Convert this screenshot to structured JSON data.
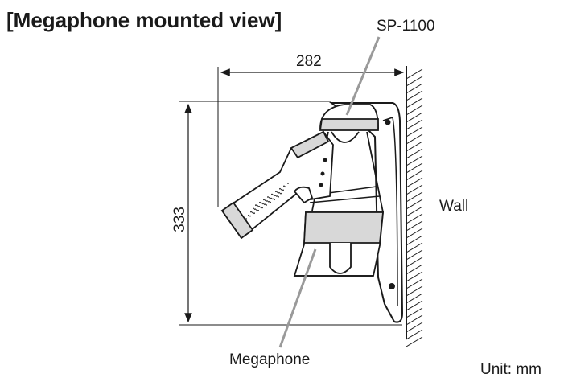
{
  "title": "[Megaphone mounted view]",
  "labels": {
    "speaker": "SP-1100",
    "width": "282",
    "height": "333",
    "wall": "Wall",
    "megaphone": "Megaphone",
    "unit": "Unit: mm"
  },
  "colors": {
    "line": "#1a1a1a",
    "leader": "#9a9a9a",
    "shade": "#d8d8d8"
  }
}
